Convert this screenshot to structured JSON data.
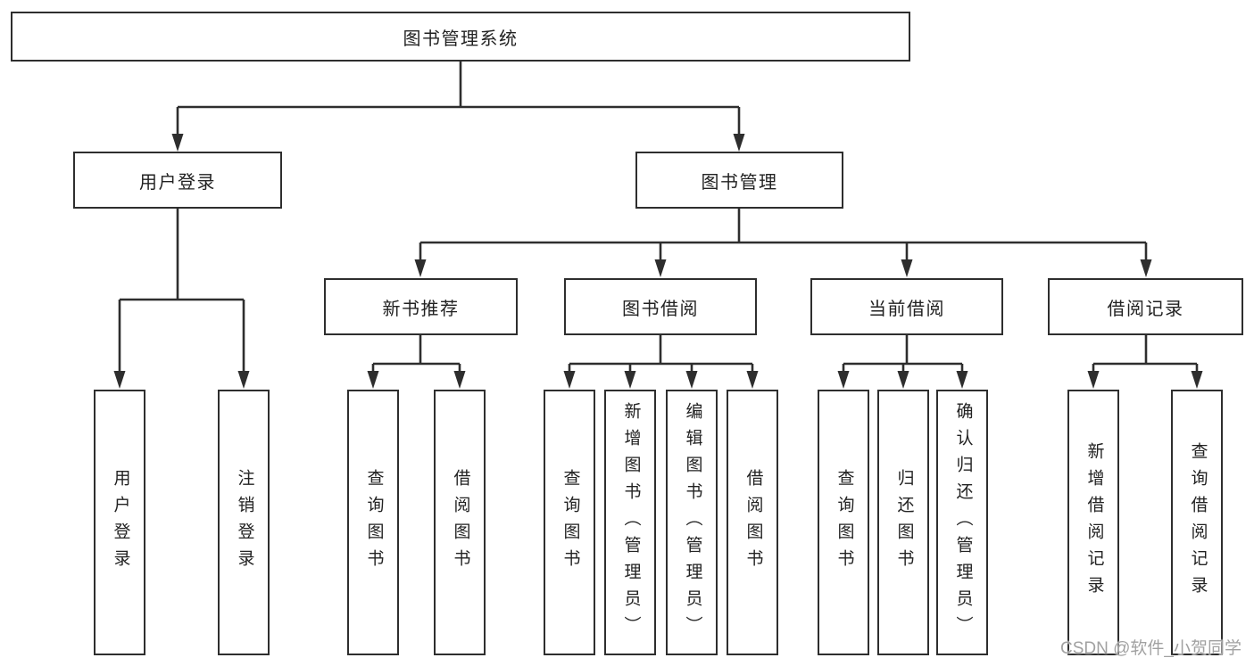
{
  "diagram_title": "图书管理系统",
  "tree": {
    "root": {
      "label": "图书管理系统"
    },
    "branches": [
      {
        "label": "用户登录",
        "children": [
          {
            "label": "用户登录"
          },
          {
            "label": "注销登录"
          }
        ]
      },
      {
        "label": "图书管理",
        "children": [
          {
            "label": "新书推荐",
            "children": [
              {
                "label": "查询图书"
              },
              {
                "label": "借阅图书"
              }
            ]
          },
          {
            "label": "图书借阅",
            "children": [
              {
                "label": "查询图书"
              },
              {
                "label": "新增图书（管理员）"
              },
              {
                "label": "编辑图书（管理员）"
              },
              {
                "label": "借阅图书"
              }
            ]
          },
          {
            "label": "当前借阅",
            "children": [
              {
                "label": "查询图书"
              },
              {
                "label": "归还图书"
              },
              {
                "label": "确认归还（管理员）"
              }
            ]
          },
          {
            "label": "借阅记录",
            "children": [
              {
                "label": "新增借阅记录"
              },
              {
                "label": "查询借阅记录"
              }
            ]
          }
        ]
      }
    ]
  },
  "colors": {
    "line": "#2e2e2e",
    "text": "#222222",
    "background": "#ffffff",
    "watermark": "#919191"
  },
  "watermark": "CSDN @软件_小贺同学"
}
